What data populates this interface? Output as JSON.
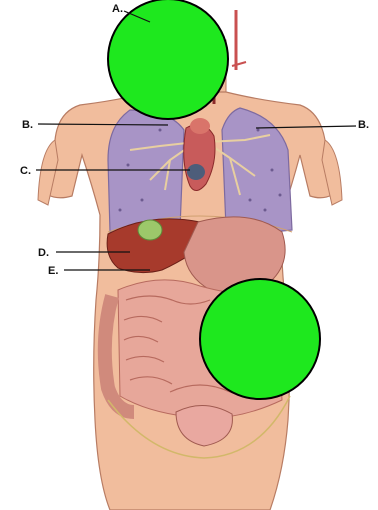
{
  "labels": {
    "a": "A.",
    "b_left": "B.",
    "b_right": "B.",
    "c": "C.",
    "d": "D.",
    "e": "E."
  },
  "colors": {
    "skin": "#f1bd9d",
    "skin_outline": "#b87c63",
    "lung": "#a894c6",
    "lung_dark": "#7d6aa0",
    "liver": "#a73a2c",
    "stomach": "#d9958a",
    "intestine": "#e7a79a",
    "intestine_line": "#b76a5e",
    "heart": "#c85b5b",
    "gallbladder": "#9cc86a",
    "mask": "#1ee81e",
    "text": "#111111"
  }
}
